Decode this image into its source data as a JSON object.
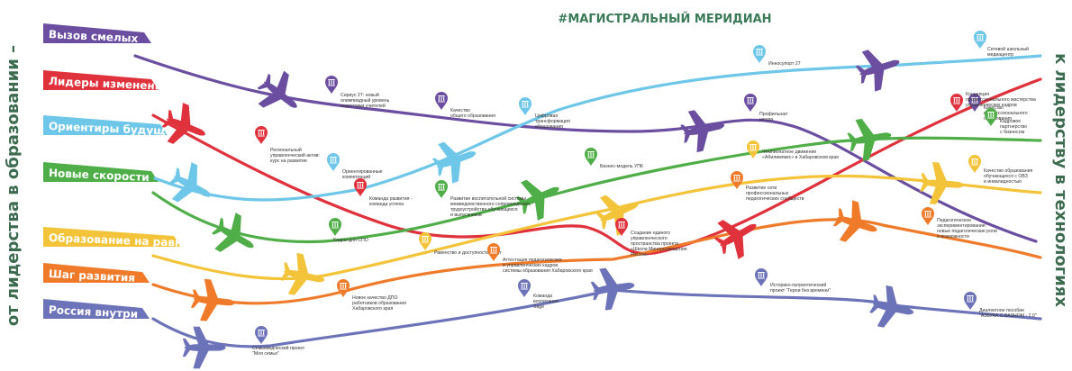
{
  "header": {
    "hashtag": "#МАГИСТРАЛЬНЫЙ МЕРИДИАН"
  },
  "left_caption": "от лидерства в образовании –",
  "right_caption": "к лидерству в технологиях",
  "colors": {
    "purple": "#6b4ea0",
    "red": "#e0323c",
    "light_blue": "#6ec6e8",
    "green": "#4fae48",
    "yellow": "#f3c43a",
    "orange": "#ef7b2a",
    "indigo": "#6c73b8",
    "side_text": "#3d6b50",
    "header": "#3b7a57"
  },
  "ribbons": [
    {
      "label": "Вызов смелых",
      "color_key": "purple",
      "plane_icon": "airplane-icon"
    },
    {
      "label": "Лидеры изменений",
      "color_key": "red",
      "plane_icon": "airplane-icon"
    },
    {
      "label": "Ориентиры будущего",
      "color_key": "light_blue",
      "plane_icon": "airplane-icon"
    },
    {
      "label": "Новые скорости",
      "color_key": "green",
      "plane_icon": "airplane-icon"
    },
    {
      "label": "Образование на равных",
      "color_key": "yellow",
      "plane_icon": "airplane-icon"
    },
    {
      "label": "Шаг развития",
      "color_key": "orange",
      "plane_icon": "airplane-icon"
    },
    {
      "label": "Россия внутри",
      "color_key": "indigo",
      "plane_icon": "airplane-icon"
    }
  ],
  "annotations": [
    {
      "lines": [
        "Сириус 27: новый",
        "олимпиадный уровень",
        "подготовки учителей"
      ],
      "color_key": "purple"
    },
    {
      "lines": [
        "Качество",
        "общего образования"
      ],
      "color_key": "purple"
    },
    {
      "lines": [
        "Профильная",
        "школа"
      ],
      "color_key": "purple"
    },
    {
      "lines": [
        "Качество",
        "профессионального",
        "образования"
      ],
      "color_key": "purple"
    },
    {
      "lines": [
        "Региональный",
        "управленческий актив:",
        "курс на развитие"
      ],
      "color_key": "red"
    },
    {
      "lines": [
        "Команда развития -",
        "команда успеха"
      ],
      "color_key": "red"
    },
    {
      "lines": [
        "Создание единого",
        "управленческого",
        "пространства проекта",
        "«Школа Минпросвещения",
        "России»"
      ],
      "color_key": "red"
    },
    {
      "lines": [
        "Концепция",
        "профессионального мастерства",
        "управленческих кадров"
      ],
      "color_key": "red"
    },
    {
      "lines": [
        "Ориентированные",
        "компетенций"
      ],
      "color_key": "light_blue"
    },
    {
      "lines": [
        "Цифровая",
        "трансформация",
        "образования"
      ],
      "color_key": "light_blue"
    },
    {
      "lines": [
        "Инносупорт 27"
      ],
      "color_key": "light_blue"
    },
    {
      "lines": [
        "Сетевой школьный",
        "медиацентр"
      ],
      "color_key": "light_blue"
    },
    {
      "lines": [
        "Кадры для СПО"
      ],
      "color_key": "green"
    },
    {
      "lines": [
        "Развитие воспитательной системы",
        "межведомственного сопровождения,",
        "трудоустройства обучающихся",
        "и выпускников"
      ],
      "color_key": "green"
    },
    {
      "lines": [
        "Бизнес-модель УПК"
      ],
      "color_key": "green"
    },
    {
      "lines": [
        "Кадровое",
        "партнерство",
        "с бизнесом"
      ],
      "color_key": "green"
    },
    {
      "lines": [
        "Равенство и доступность услуг"
      ],
      "color_key": "yellow"
    },
    {
      "lines": [
        "Чемпионатное движение",
        "«Абилимпикс» в Хабаровском крае"
      ],
      "color_key": "yellow"
    },
    {
      "lines": [
        "Качество образования",
        "обучающихся с ОВЗ",
        "и инвалидностью"
      ],
      "color_key": "yellow"
    },
    {
      "lines": [
        "Новое качество ДПО",
        "работников образования",
        "Хабаровского края"
      ],
      "color_key": "orange"
    },
    {
      "lines": [
        "Аттестация педагогических",
        "и управленческих кадров",
        "системы образования Хабаровского края"
      ],
      "color_key": "orange"
    },
    {
      "lines": [
        "Развитие сети",
        "профессиональных",
        "педагогических сообществ"
      ],
      "color_key": "orange"
    },
    {
      "lines": [
        "Педагогическое",
        "экспериментирование:",
        "новые педагогические роли",
        "и возможности"
      ],
      "color_key": "orange"
    },
    {
      "lines": [
        "Семьеведческий проект",
        "\"Моя семья\""
      ],
      "color_key": "indigo"
    },
    {
      "lines": [
        "Команда",
        "воспитания",
        "Sage"
      ],
      "color_key": "indigo"
    },
    {
      "lines": [
        "Историко-патриотический",
        "проект \"Герои без времени\""
      ],
      "color_key": "indigo"
    },
    {
      "lines": [
        "Диалектное пособие",
        "\"АЗБУКА С ВАЗНОМ - 2.0\""
      ],
      "color_key": "indigo"
    }
  ]
}
